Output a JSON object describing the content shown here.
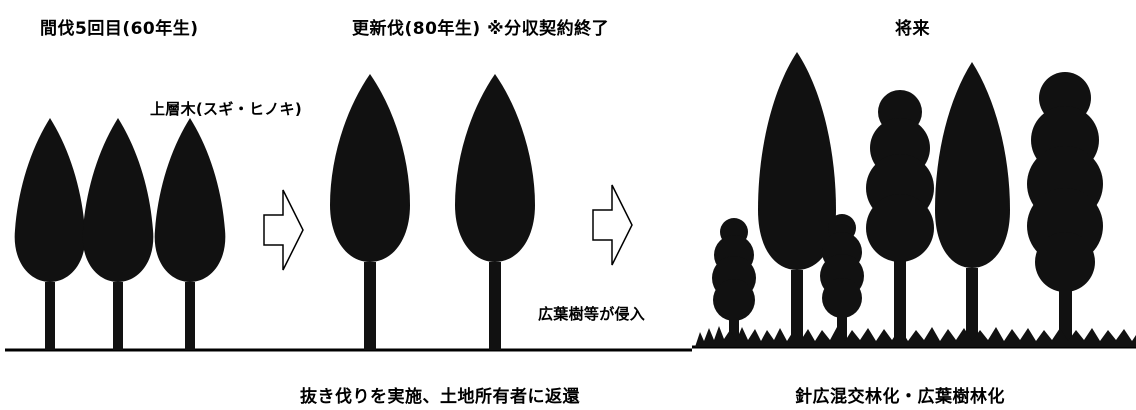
{
  "stages": [
    {
      "title": "間伐5回目(60年生)"
    },
    {
      "title": "更新伐(80年生) ※分収契約終了"
    },
    {
      "title": "将来"
    }
  ],
  "labels": {
    "upper_trees": "上層木(スギ・ヒノキ)",
    "broadleaf_invade": "広葉樹等が侵入",
    "return_land": "抜き伐りを実施、土地所有者に返還",
    "mixed_forest": "針広混交林化・広葉樹林化"
  },
  "colors": {
    "tree": "#111111",
    "ground": "#000000",
    "arrow_stroke": "#000000"
  }
}
